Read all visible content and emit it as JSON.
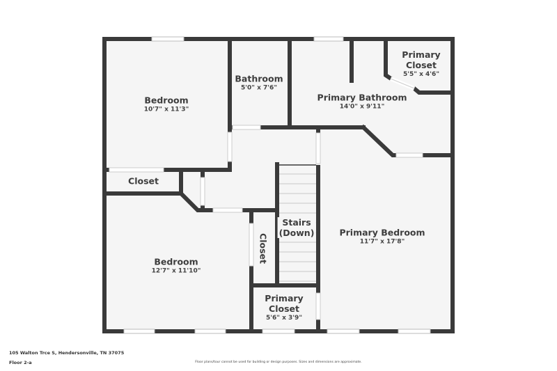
{
  "floorplan": {
    "colors": {
      "wall": "#3a3a3a",
      "floor": "#f5f5f5",
      "window": "#ffffff",
      "text": "#3d3d3d"
    },
    "rooms": [
      {
        "id": "bedroom-1",
        "name": "Bedroom",
        "dimensions": "10'7\" x 11'3\""
      },
      {
        "id": "bathroom",
        "name": "Bathroom",
        "dimensions": "5'0\" x 7'6\""
      },
      {
        "id": "primary-bathroom",
        "name": "Primary Bathroom",
        "dimensions": "14'0\" x 9'11\""
      },
      {
        "id": "primary-closet-1",
        "name": "Primary Closet",
        "dimensions": "5'5\" x 4'6\""
      },
      {
        "id": "closet-1",
        "name": "Closet",
        "dimensions": ""
      },
      {
        "id": "bedroom-2",
        "name": "Bedroom",
        "dimensions": "12'7\" x 11'10\""
      },
      {
        "id": "closet-2",
        "name": "Closet",
        "dimensions": ""
      },
      {
        "id": "stairs",
        "name": "Stairs (Down)",
        "line1": "Stairs",
        "line2": "(Down)"
      },
      {
        "id": "primary-bedroom",
        "name": "Primary Bedroom",
        "dimensions": "11'7\" x 17'8\""
      },
      {
        "id": "primary-closet-2",
        "name": "Primary Closet",
        "dimensions": "5'6\" x 3'9\""
      }
    ],
    "primary_closet_1_line1": "Primary",
    "primary_closet_1_line2": "Closet",
    "primary_closet_2_line1": "Primary",
    "primary_closet_2_line2": "Closet"
  },
  "footer": {
    "address": "105 Walton Trce S, Hendersonville, TN 37075",
    "floor_label": "Floor 2-a",
    "disclaimer": "Floor plans/tour cannot be used for building or design purposes. Sizes and dimensions are approximate."
  }
}
